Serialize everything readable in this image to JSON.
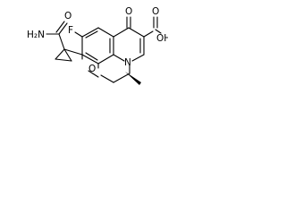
{
  "structure": {
    "atom_labels": {
      "fluorine": "F",
      "ketone_oxygen": "O",
      "carboxyl_oh": "OH",
      "carboxyl_o": "O",
      "ring_oxygen": "O",
      "ring_nitrogen": "N",
      "amide_nh2": "H₂N",
      "amide_o": "O"
    },
    "colors": {
      "bond": "#000000",
      "label": "#000000",
      "background": "#ffffff"
    },
    "stereo_wedge_at": "methyl-carbon"
  }
}
